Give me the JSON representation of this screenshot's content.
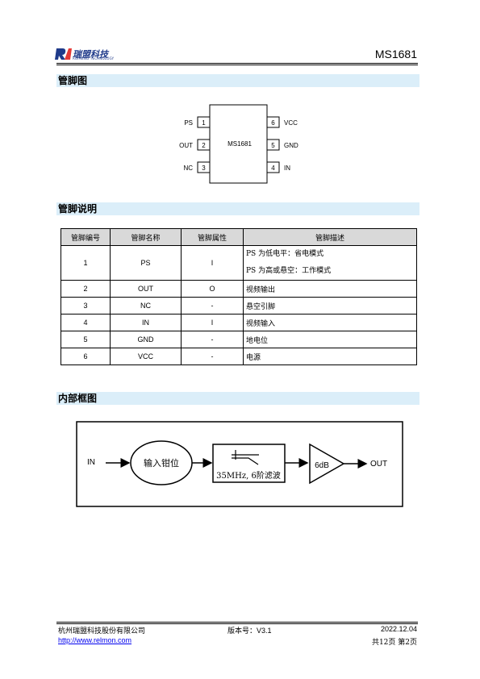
{
  "header": {
    "logo_text": "瑞盟科技",
    "logo_sub": "RUIMENG TECHNOLOGY",
    "part_number": "MS1681"
  },
  "sections": {
    "pinout_title": "管脚图",
    "pin_desc_title": "管脚说明",
    "block_title": "内部框图"
  },
  "chip": {
    "name": "MS1681",
    "left_pins": [
      {
        "num": "1",
        "name": "PS"
      },
      {
        "num": "2",
        "name": "OUT"
      },
      {
        "num": "3",
        "name": "NC"
      }
    ],
    "right_pins": [
      {
        "num": "6",
        "name": "VCC"
      },
      {
        "num": "5",
        "name": "GND"
      },
      {
        "num": "4",
        "name": "IN"
      }
    ]
  },
  "pin_table": {
    "headers": [
      "管脚编号",
      "管脚名称",
      "管脚属性",
      "管脚描述"
    ],
    "rows": [
      {
        "num": "1",
        "name": "PS",
        "attr": "I",
        "desc": [
          "PS 为低电平：省电模式",
          "PS 为高或悬空：工作模式"
        ]
      },
      {
        "num": "2",
        "name": "OUT",
        "attr": "O",
        "desc": [
          "视频输出"
        ]
      },
      {
        "num": "3",
        "name": "NC",
        "attr": "-",
        "desc": [
          "悬空引脚"
        ]
      },
      {
        "num": "4",
        "name": "IN",
        "attr": "I",
        "desc": [
          "视频输入"
        ]
      },
      {
        "num": "5",
        "name": "GND",
        "attr": "-",
        "desc": [
          "地电位"
        ]
      },
      {
        "num": "6",
        "name": "VCC",
        "attr": "-",
        "desc": [
          "电源"
        ]
      }
    ]
  },
  "block_diagram": {
    "input_label": "IN",
    "clamp_label": "输入钳位",
    "filter_label": "35MHz, 6阶滤波",
    "amp_label": "6dB",
    "output_label": "OUT"
  },
  "footer": {
    "company": "杭州瑞盟科技股份有限公司",
    "version_label": "版本号：",
    "version": "V3.1",
    "date": "2022.12.04",
    "website": "http://www.relmon.com",
    "pages": "共12页 第2页"
  }
}
